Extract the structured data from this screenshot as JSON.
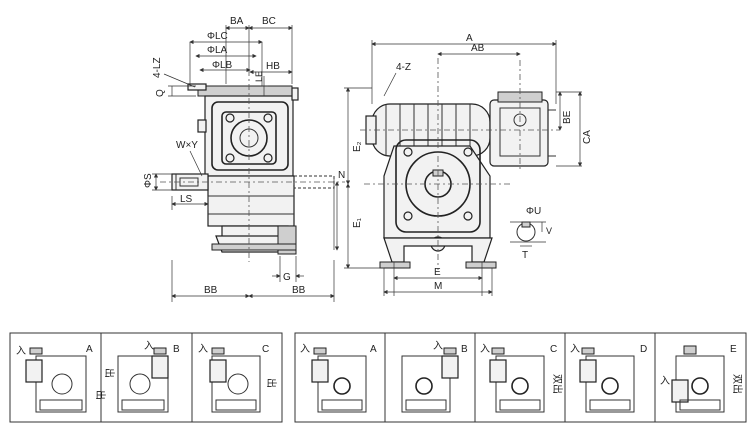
{
  "side_view": {
    "labels": {
      "ba": "BA",
      "bc": "BC",
      "lc": "ΦLC",
      "la": "ΦLA",
      "lb": "ΦLB",
      "hb": "HB",
      "lz": "4-LZ",
      "q": "Q",
      "le": "LE",
      "wy": "W×Y",
      "s": "ΦS",
      "ls": "LS",
      "n": "N",
      "g": "G",
      "bb_left": "BB",
      "bb_right": "BB"
    }
  },
  "front_view": {
    "labels": {
      "a": "A",
      "ab": "AB",
      "z": "4-Z",
      "be": "BE",
      "ca": "CA",
      "e2": "E₂",
      "e1": "E₁",
      "u": "ΦU",
      "v": "V",
      "t": "T",
      "e": "E",
      "m": "M"
    }
  },
  "assembly_single": {
    "items": [
      {
        "letter": "A",
        "in": "入",
        "out": "出"
      },
      {
        "letter": "B",
        "in": "入",
        "out": "出"
      },
      {
        "letter": "C",
        "in": "入",
        "out": "出"
      }
    ]
  },
  "assembly_double": {
    "items": [
      {
        "letter": "A",
        "in": "入",
        "out": ""
      },
      {
        "letter": "B",
        "in": "入",
        "out": ""
      },
      {
        "letter": "C",
        "in": "入",
        "out": "双出"
      },
      {
        "letter": "D",
        "in": "入",
        "out": ""
      },
      {
        "letter": "E",
        "in": "入",
        "out": "双出"
      }
    ]
  }
}
